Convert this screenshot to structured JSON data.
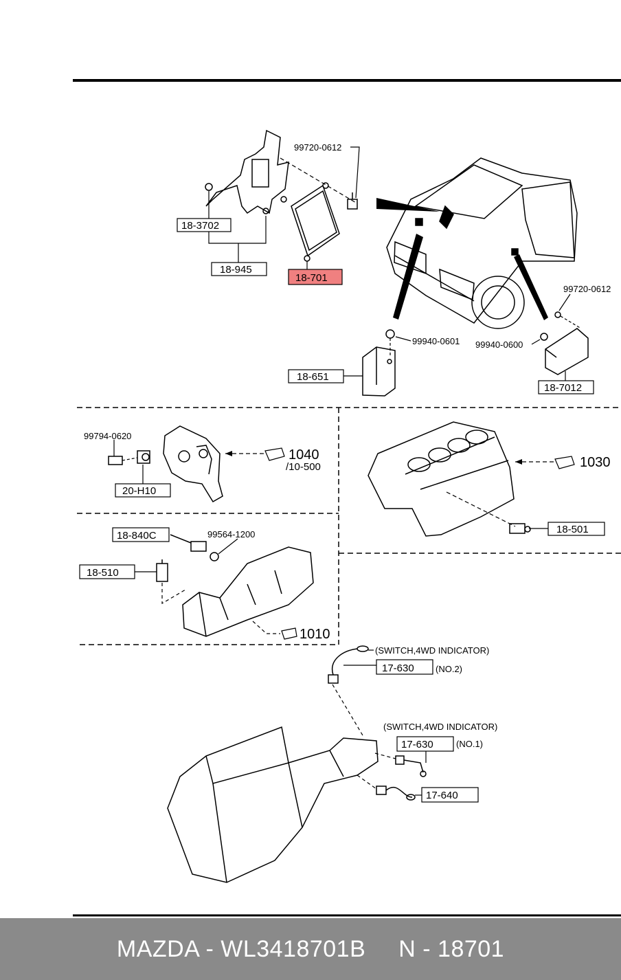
{
  "highlight_color": "#f08080",
  "labels": {
    "part_18_3702": "18-3702",
    "part_18_945": "18-945",
    "part_18_701": "18-701",
    "bolt_99720_0612_a": "99720-0612",
    "bolt_99720_0612_b": "99720-0612",
    "nut_99940_0601": "99940-0601",
    "nut_99940_0600": "99940-0600",
    "part_18_651": "18-651",
    "part_18_7012": "18-7012",
    "bolt_99794_0620": "99794-0620",
    "part_20_H10": "20-H10",
    "ref_1040": "1040",
    "ref_10_500": "/10-500",
    "ref_1030": "1030",
    "part_18_501": "18-501",
    "part_18_840C": "18-840C",
    "washer_99564_1200": "99564-1200",
    "part_18_510": "18-510",
    "ref_1010": "1010",
    "switch_label_top": "(SWITCH,4WD INDICATOR)",
    "part_17_630_a": "17-630",
    "no_2": "(NO.2)",
    "switch_label_mid": "(SWITCH,4WD INDICATOR)",
    "part_17_630_b": "17-630",
    "no_1": "(NO.1)",
    "part_17_640": "17-640"
  },
  "footer": {
    "brand_part": "MAZDA - WL3418701B",
    "ref_part": "N - 18701"
  }
}
